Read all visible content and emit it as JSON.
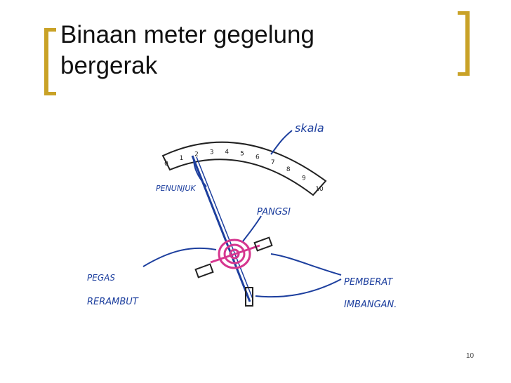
{
  "slide": {
    "title_line1": "Binaan meter gegelung",
    "title_line2": "bergerak",
    "page_number": "10"
  },
  "figure": {
    "scale_label": "skala",
    "pointer_label": "PENUNJUK",
    "pivot_label": "PANGSI",
    "spring_label_line1": "PEGAS",
    "spring_label_line2": "RERAMBUT",
    "counterweight_line1": "PEMBERAT",
    "counterweight_line2": "IMBANGAN.",
    "scale_marks": [
      "0",
      "1",
      "2",
      "3",
      "4",
      "5",
      "6",
      "7",
      "8",
      "9",
      "10"
    ]
  },
  "colors": {
    "accent_gold": "#c9a227",
    "ink_blue": "#1d3f9e",
    "spring_magenta": "#d6368f"
  }
}
